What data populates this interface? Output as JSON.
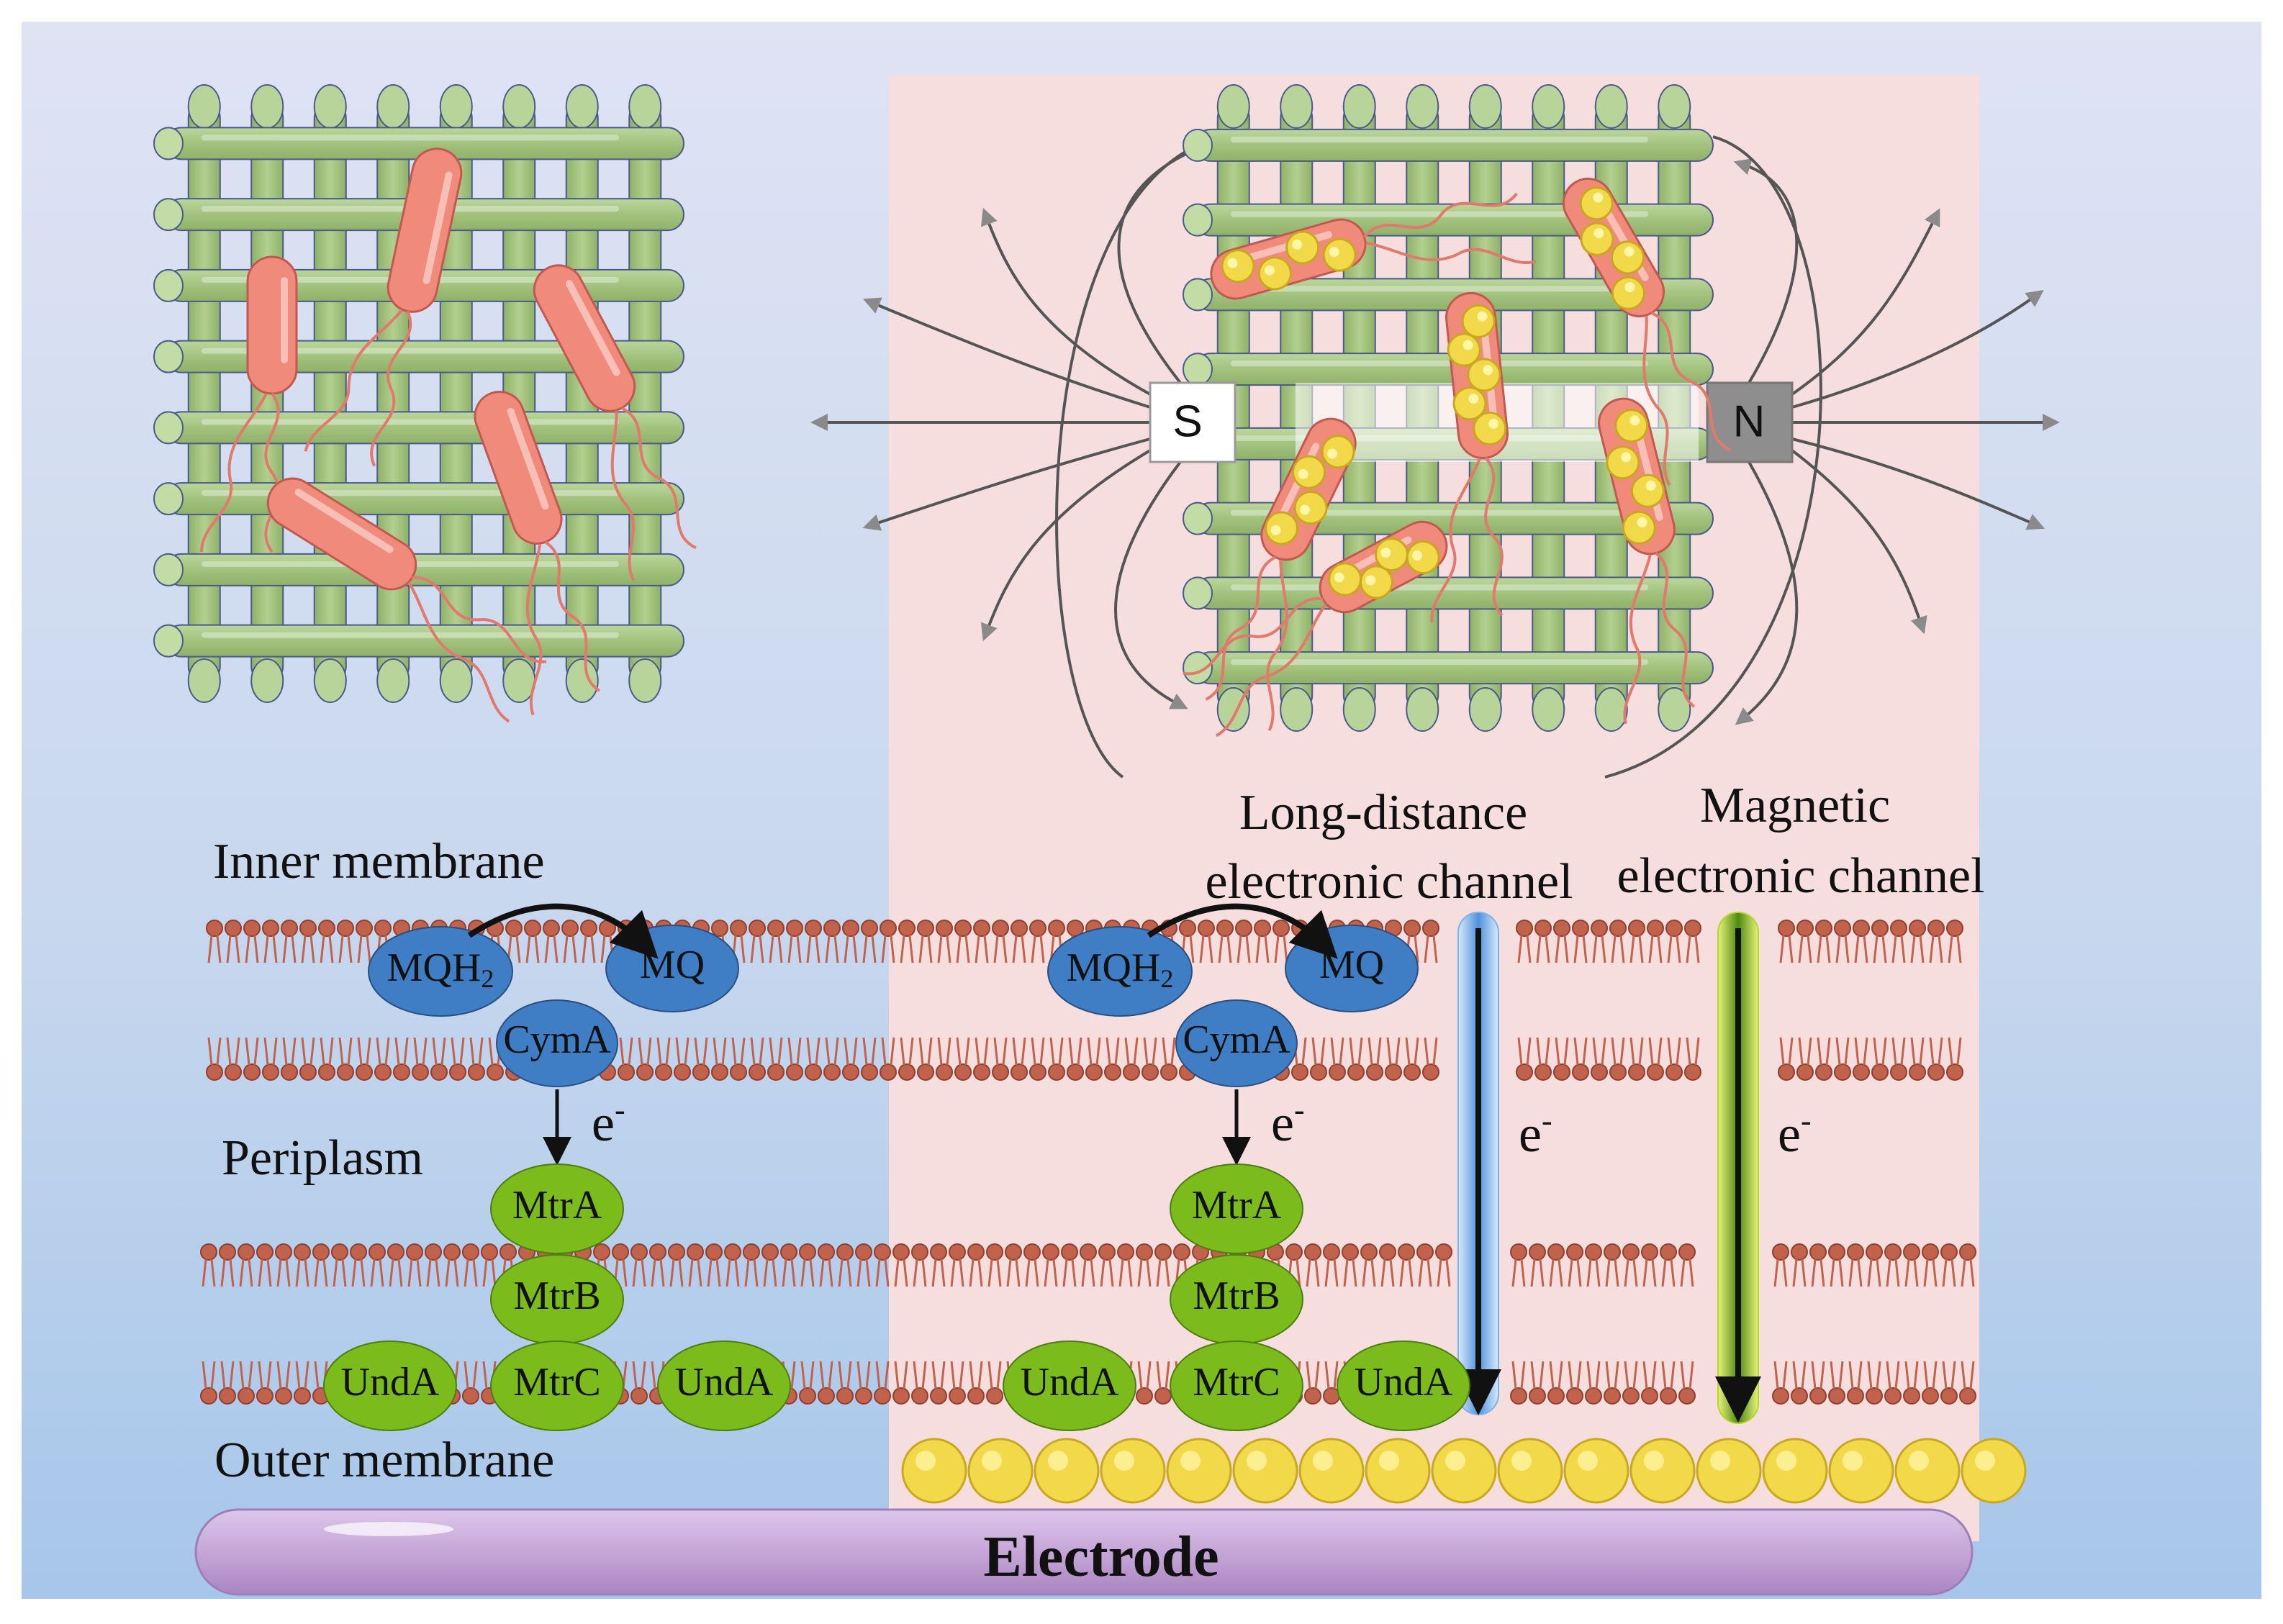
{
  "labels": {
    "inner_membrane": "Inner membrane",
    "periplasm": "Periplasm",
    "outer_membrane": "Outer membrane",
    "electrode": "Electrode",
    "channel_long_line1": "Long-distance",
    "channel_long_line2": "electronic channel",
    "channel_magnetic_line1": "Magnetic",
    "channel_magnetic_line2": "electronic channel"
  },
  "magnet": {
    "south": "S",
    "north": "N"
  },
  "proteins": {
    "mqh2": "MQH",
    "mqh2_sub": "2",
    "mq": "MQ",
    "cyma": "CymA",
    "mtra": "MtrA",
    "mtrb": "MtrB",
    "mtrc": "MtrC",
    "unda": "UndA"
  },
  "electron": {
    "symbol": "e",
    "charge": "-"
  },
  "colors": {
    "background_left": "#a9c8e8",
    "background_right": "#f6dede",
    "scaffold_green": "#a4c47f",
    "membrane_red": "#c0624c",
    "protein_blue": "#3f7ec4",
    "protein_green": "#7bbb1c",
    "bacteria_pink": "#f08a7a",
    "magnetosome_yellow": "#f2d94a",
    "electrode_purple": "#c6a6d8",
    "long_channel_blue": "#6faae6",
    "magnetic_channel_green": "#9ccc2a"
  }
}
